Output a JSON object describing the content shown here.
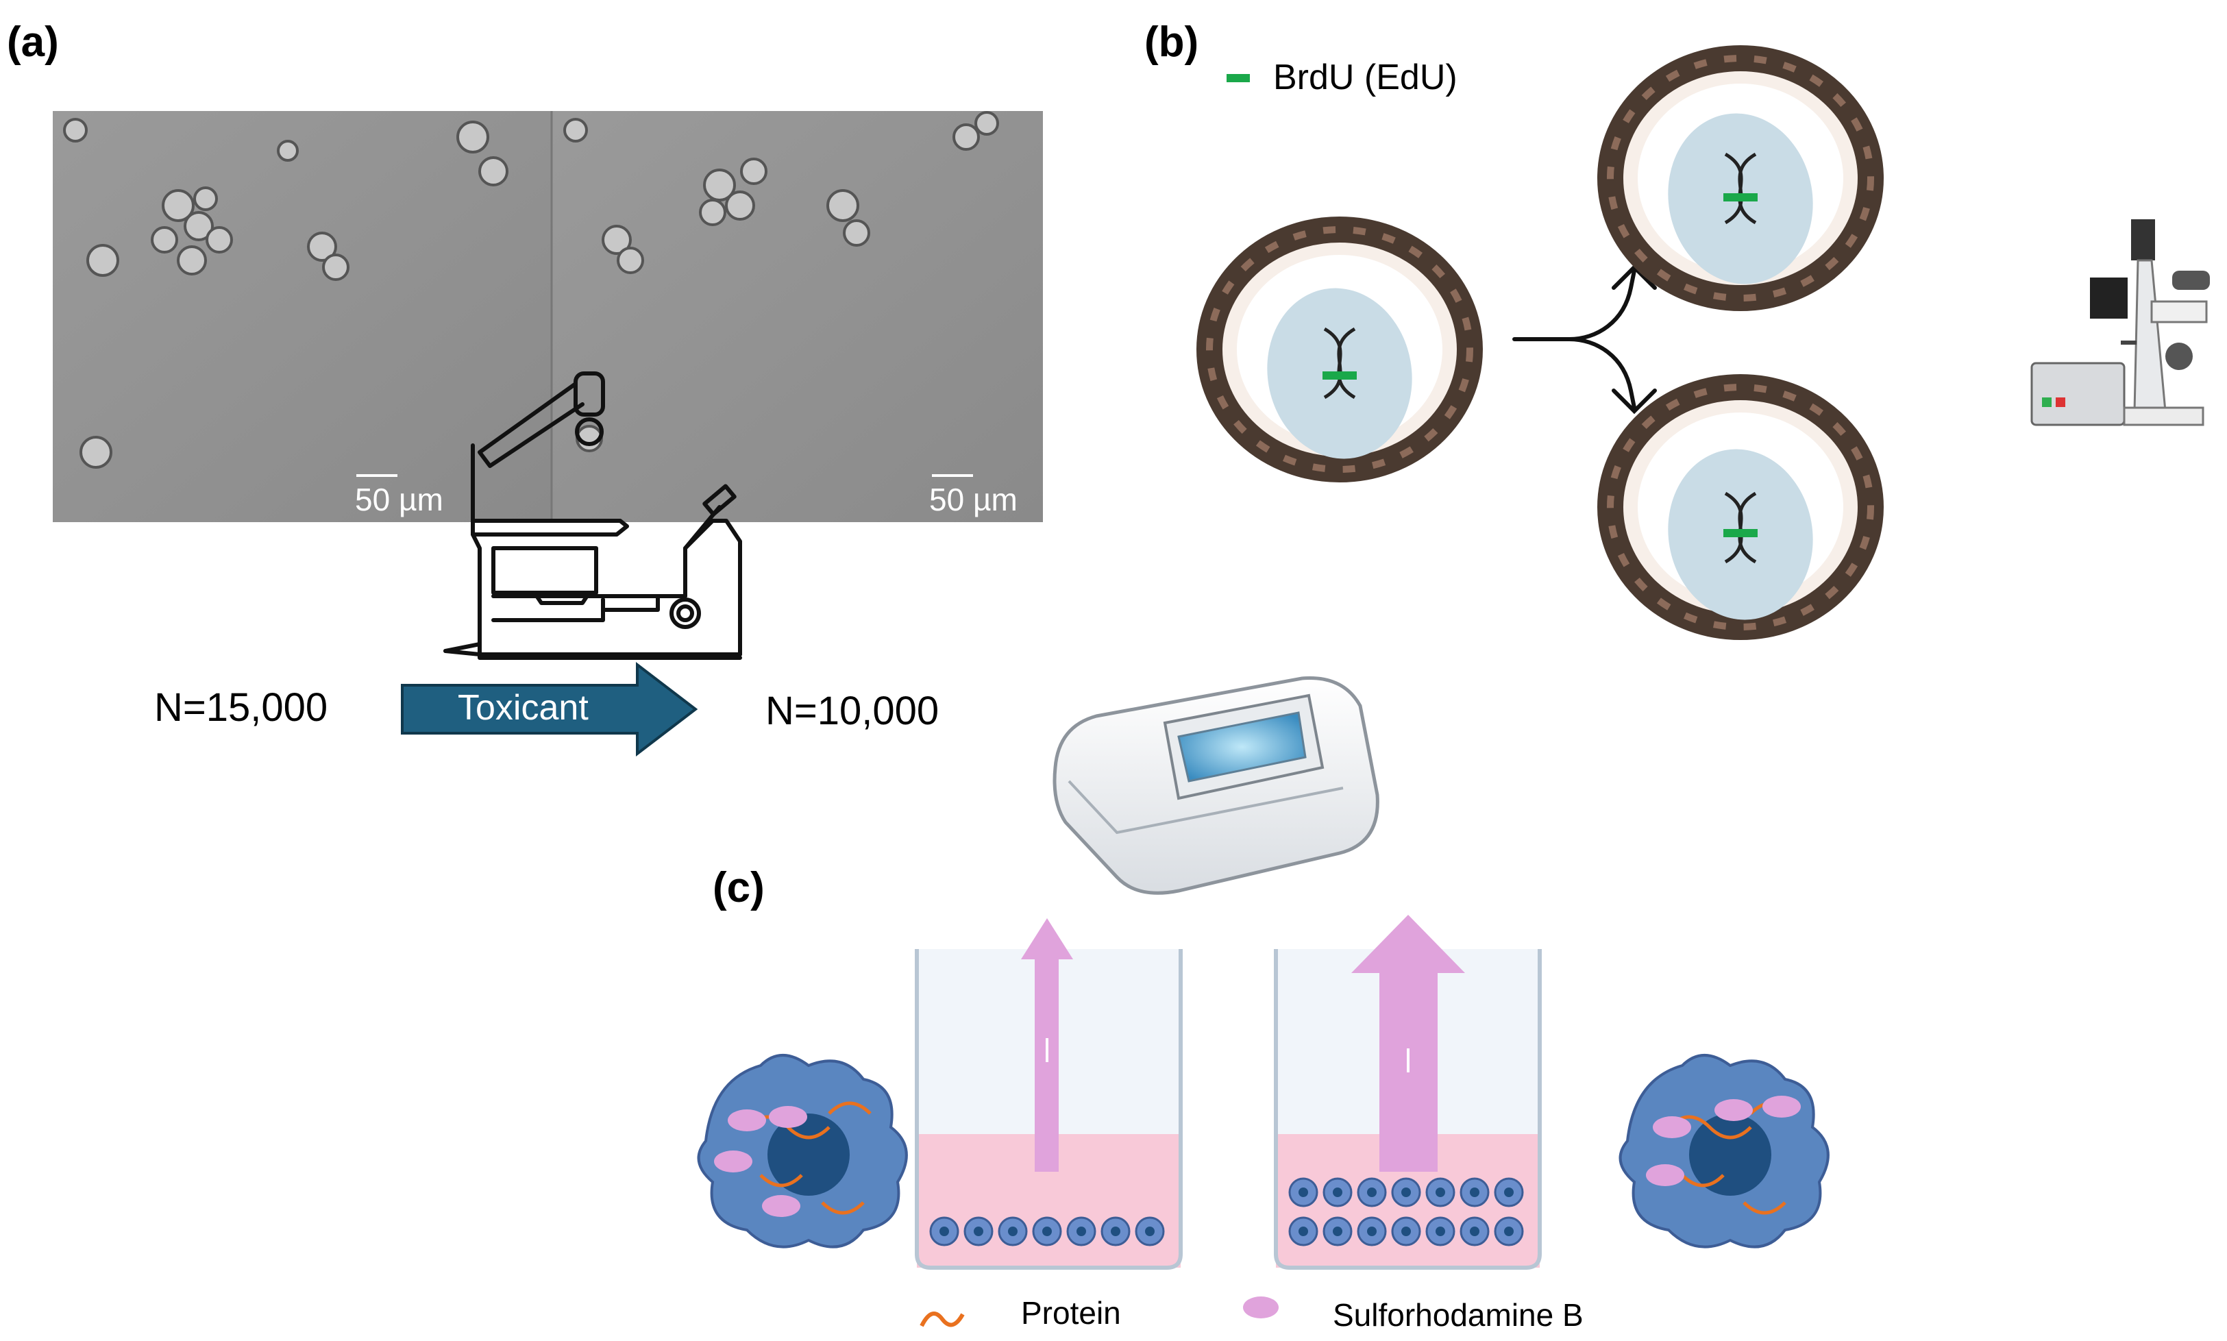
{
  "panels": {
    "a": {
      "label": "(a)",
      "scale_bar_left": "50 µm",
      "scale_bar_right": "50 µm",
      "count_before": "N=15,000",
      "arrow_label": "Toxicant",
      "count_after": "N=10,000"
    },
    "b": {
      "label": "(b)",
      "legend_label": "BrdU (EdU)"
    },
    "c": {
      "label": "(c)",
      "legend_protein": "Protein",
      "legend_dye": "Sulforhodamine B"
    }
  },
  "icons": [
    "microscope-outline-icon",
    "fluorescence-microscope-icon",
    "plate-reader-icon",
    "dna-icon",
    "cell-icon"
  ],
  "colors": {
    "arrow_fill": "#1f5f80",
    "brdu_green": "#1aa84a",
    "nucleus_blue": "#c9dce6",
    "sr_pink": "#e0a3dc",
    "medium_pink": "#f8c9d8",
    "cell_blue": "#5a86c0",
    "nucleus_dark": "#1f4f80",
    "protein_orange": "#e9711f"
  }
}
